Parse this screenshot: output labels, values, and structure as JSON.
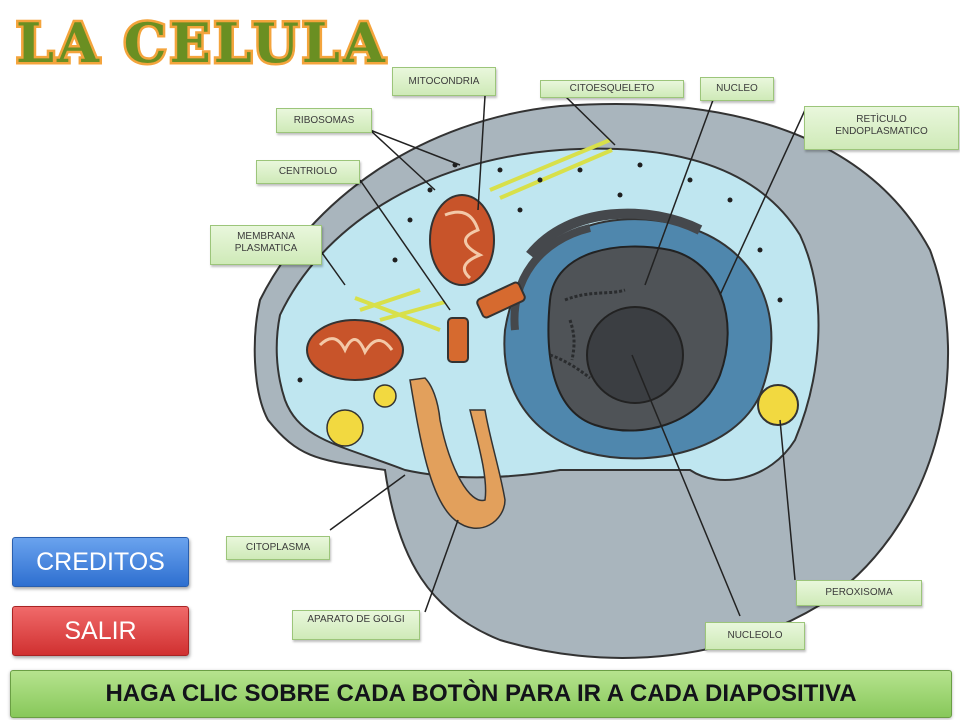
{
  "title": "LA CELULA",
  "labels": {
    "mitocondria": "MITOCONDRIA",
    "citoesqueleto": "CITOESQUELETO",
    "nucleo": "NUCLEO",
    "reticulo": "RETÌCULO ENDOPLASMATICO",
    "ribosomas": "RIBOSOMAS",
    "centriolo": "CENTRIOLO",
    "membrana": "MEMBRANA PLASMATICA",
    "citoplasma": "CITOPLASMA",
    "golgi": "APARATO DE GOLGI",
    "peroxisoma": "PEROXISOMA",
    "nucleolo": "NUCLEOLO"
  },
  "buttons": {
    "creditos": "CREDITOS",
    "salir": "SALIR"
  },
  "footer": "HAGA CLIC SOBRE CADA BOTÒN PARA IR A CADA DIAPOSITIVA",
  "colors": {
    "title_fill": "#6a8f22",
    "title_outline": "#f4a43c",
    "cytoplasm": "#bfe6f0",
    "membrane": "#a9b5bd",
    "nucleus": "#4f5357",
    "er": "#4f87ad",
    "mitochondria": "#c8542a",
    "golgi": "#e2a05c",
    "peroxisome": "#f2d940",
    "creditos_button": "#3d7fe0",
    "salir_button": "#e04040",
    "footer_bg": "#9ed574"
  }
}
